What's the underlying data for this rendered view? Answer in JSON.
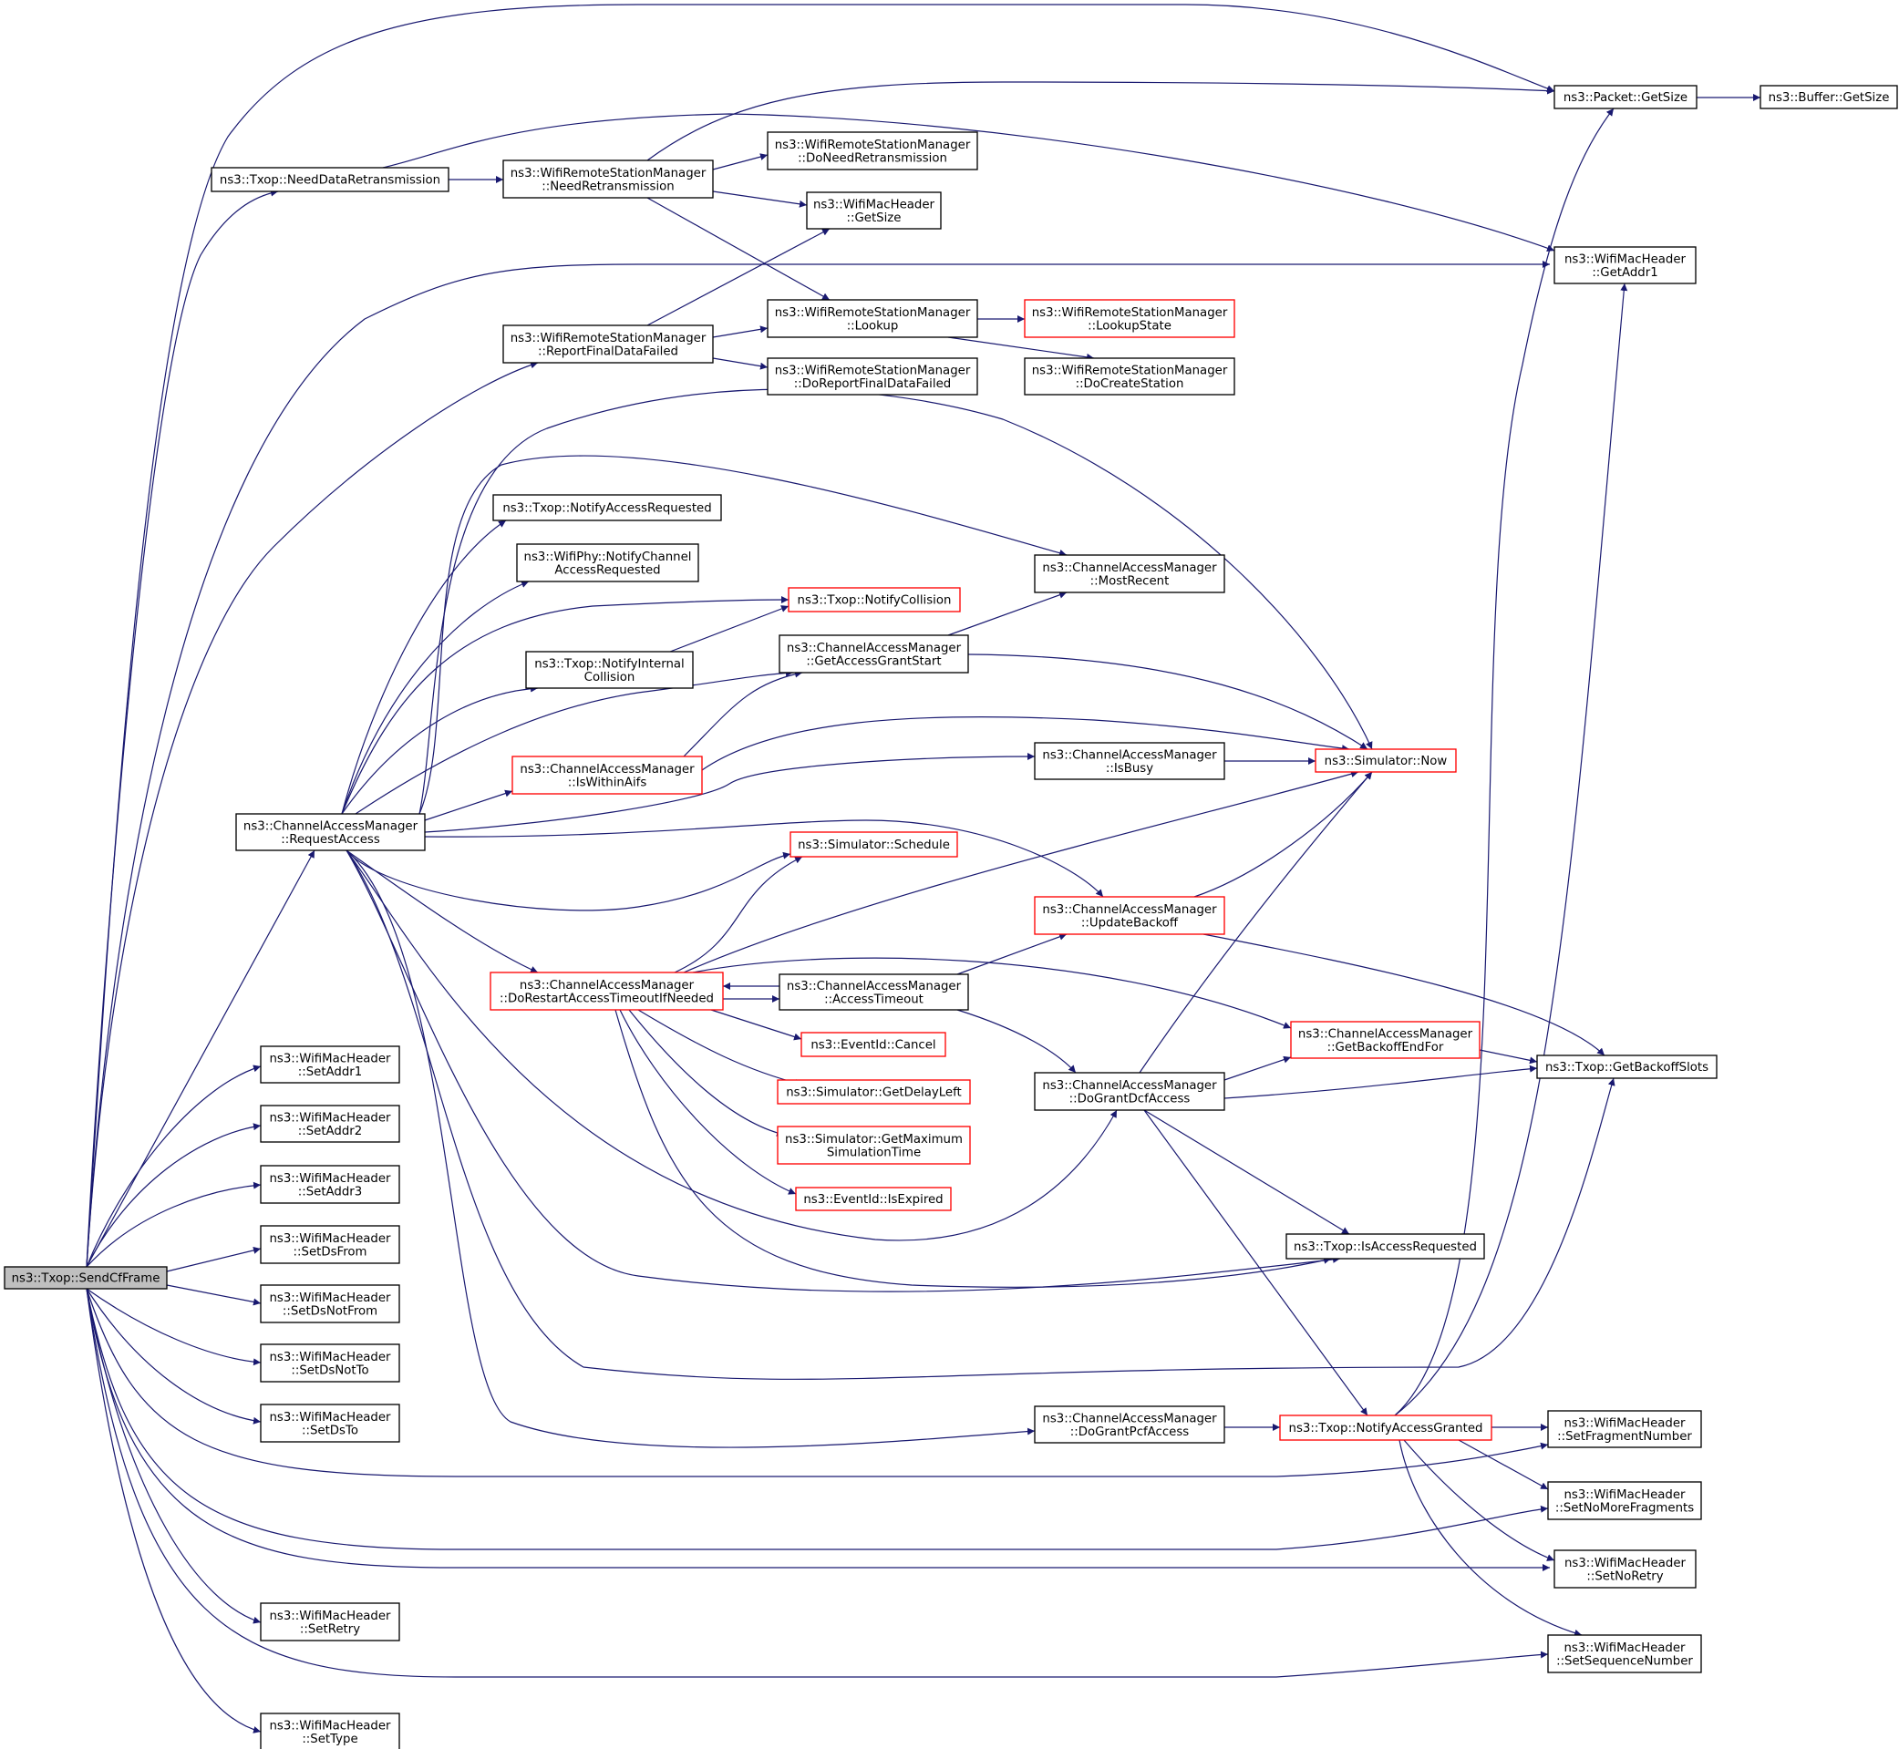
{
  "graph": {
    "colors": {
      "edge": "#191970",
      "border_default": "#000000",
      "border_truncated": "#ff0000",
      "root_fill": "#bfbfbf",
      "node_fill": "#ffffff"
    },
    "nodes": [
      {
        "id": "sendcf",
        "lines": [
          "ns3::Txop::SendCfFrame"
        ],
        "style": "root"
      },
      {
        "id": "needdataretx",
        "lines": [
          "ns3::Txop::NeedDataRetransmission"
        ]
      },
      {
        "id": "rsm_needretx",
        "lines": [
          "ns3::WifiRemoteStationManager",
          "::NeedRetransmission"
        ]
      },
      {
        "id": "rsm_doneedretx",
        "lines": [
          "ns3::WifiRemoteStationManager",
          "::DoNeedRetransmission"
        ]
      },
      {
        "id": "pkt_getsize",
        "lines": [
          "ns3::Packet::GetSize"
        ]
      },
      {
        "id": "buf_getsize",
        "lines": [
          "ns3::Buffer::GetSize"
        ]
      },
      {
        "id": "hdr_getsize",
        "lines": [
          "ns3::WifiMacHeader",
          "::GetSize"
        ]
      },
      {
        "id": "hdr_getaddr1",
        "lines": [
          "ns3::WifiMacHeader",
          "::GetAddr1"
        ]
      },
      {
        "id": "rsm_reportfinal",
        "lines": [
          "ns3::WifiRemoteStationManager",
          "::ReportFinalDataFailed"
        ]
      },
      {
        "id": "rsm_lookup",
        "lines": [
          "ns3::WifiRemoteStationManager",
          "::Lookup"
        ]
      },
      {
        "id": "rsm_lookupstate",
        "lines": [
          "ns3::WifiRemoteStationManager",
          "::LookupState"
        ],
        "style": "truncated"
      },
      {
        "id": "rsm_docreate",
        "lines": [
          "ns3::WifiRemoteStationManager",
          "::DoCreateStation"
        ]
      },
      {
        "id": "rsm_doreportfinal",
        "lines": [
          "ns3::WifiRemoteStationManager",
          "::DoReportFinalDataFailed"
        ]
      },
      {
        "id": "notifyaccessreq",
        "lines": [
          "ns3::Txop::NotifyAccessRequested"
        ]
      },
      {
        "id": "phy_notifych",
        "lines": [
          "ns3::WifiPhy::NotifyChannel",
          "AccessRequested"
        ]
      },
      {
        "id": "notifycollision",
        "lines": [
          "ns3::Txop::NotifyCollision"
        ],
        "style": "truncated"
      },
      {
        "id": "notifyinternal",
        "lines": [
          "ns3::Txop::NotifyInternal",
          "Collision"
        ]
      },
      {
        "id": "cam_mostrecent",
        "lines": [
          "ns3::ChannelAccessManager",
          "::MostRecent"
        ]
      },
      {
        "id": "cam_getgrantstart",
        "lines": [
          "ns3::ChannelAccessManager",
          "::GetAccessGrantStart"
        ]
      },
      {
        "id": "cam_iswithinaifs",
        "lines": [
          "ns3::ChannelAccessManager",
          "::IsWithinAifs"
        ],
        "style": "truncated"
      },
      {
        "id": "cam_isbusy",
        "lines": [
          "ns3::ChannelAccessManager",
          "::IsBusy"
        ]
      },
      {
        "id": "sim_now",
        "lines": [
          "ns3::Simulator::Now"
        ],
        "style": "truncated"
      },
      {
        "id": "cam_requestaccess",
        "lines": [
          "ns3::ChannelAccessManager",
          "::RequestAccess"
        ]
      },
      {
        "id": "sim_schedule",
        "lines": [
          "ns3::Simulator::Schedule"
        ],
        "style": "truncated"
      },
      {
        "id": "cam_updatebackoff",
        "lines": [
          "ns3::ChannelAccessManager",
          "::UpdateBackoff"
        ],
        "style": "truncated"
      },
      {
        "id": "cam_dorestart",
        "lines": [
          "ns3::ChannelAccessManager",
          "::DoRestartAccessTimeoutIfNeeded"
        ],
        "style": "truncated"
      },
      {
        "id": "cam_accesstimeout",
        "lines": [
          "ns3::ChannelAccessManager",
          "::AccessTimeout"
        ]
      },
      {
        "id": "evt_cancel",
        "lines": [
          "ns3::EventId::Cancel"
        ],
        "style": "truncated"
      },
      {
        "id": "cam_getbackoffend",
        "lines": [
          "ns3::ChannelAccessManager",
          "::GetBackoffEndFor"
        ],
        "style": "truncated"
      },
      {
        "id": "txop_getbackoffslots",
        "lines": [
          "ns3::Txop::GetBackoffSlots"
        ]
      },
      {
        "id": "sim_getdelayleft",
        "lines": [
          "ns3::Simulator::GetDelayLeft"
        ],
        "style": "truncated"
      },
      {
        "id": "cam_dograntdcf",
        "lines": [
          "ns3::ChannelAccessManager",
          "::DoGrantDcfAccess"
        ]
      },
      {
        "id": "sim_getmaxsim",
        "lines": [
          "ns3::Simulator::GetMaximum",
          "SimulationTime"
        ],
        "style": "truncated"
      },
      {
        "id": "evt_isexpired",
        "lines": [
          "ns3::EventId::IsExpired"
        ],
        "style": "truncated"
      },
      {
        "id": "txop_isaccessreq",
        "lines": [
          "ns3::Txop::IsAccessRequested"
        ]
      },
      {
        "id": "hdr_setaddr1",
        "lines": [
          "ns3::WifiMacHeader",
          "::SetAddr1"
        ]
      },
      {
        "id": "hdr_setaddr2",
        "lines": [
          "ns3::WifiMacHeader",
          "::SetAddr2"
        ]
      },
      {
        "id": "hdr_setaddr3",
        "lines": [
          "ns3::WifiMacHeader",
          "::SetAddr3"
        ]
      },
      {
        "id": "hdr_setdsfrom",
        "lines": [
          "ns3::WifiMacHeader",
          "::SetDsFrom"
        ]
      },
      {
        "id": "hdr_setdsnotfrom",
        "lines": [
          "ns3::WifiMacHeader",
          "::SetDsNotFrom"
        ]
      },
      {
        "id": "hdr_setdsnotto",
        "lines": [
          "ns3::WifiMacHeader",
          "::SetDsNotTo"
        ]
      },
      {
        "id": "hdr_setdsto",
        "lines": [
          "ns3::WifiMacHeader",
          "::SetDsTo"
        ]
      },
      {
        "id": "cam_dograntpcf",
        "lines": [
          "ns3::ChannelAccessManager",
          "::DoGrantPcfAccess"
        ]
      },
      {
        "id": "txop_notifygranted",
        "lines": [
          "ns3::Txop::NotifyAccessGranted"
        ],
        "style": "truncated"
      },
      {
        "id": "hdr_setfragnum",
        "lines": [
          "ns3::WifiMacHeader",
          "::SetFragmentNumber"
        ]
      },
      {
        "id": "hdr_setnomorefrag",
        "lines": [
          "ns3::WifiMacHeader",
          "::SetNoMoreFragments"
        ]
      },
      {
        "id": "hdr_setnoretry",
        "lines": [
          "ns3::WifiMacHeader",
          "::SetNoRetry"
        ]
      },
      {
        "id": "hdr_setretry",
        "lines": [
          "ns3::WifiMacHeader",
          "::SetRetry"
        ]
      },
      {
        "id": "hdr_setseqnum",
        "lines": [
          "ns3::WifiMacHeader",
          "::SetSequenceNumber"
        ]
      },
      {
        "id": "hdr_settype",
        "lines": [
          "ns3::WifiMacHeader",
          "::SetType"
        ]
      }
    ],
    "edges": [
      {
        "from": "sendcf",
        "to": "pkt_getsize"
      },
      {
        "from": "sendcf",
        "to": "needdataretx"
      },
      {
        "from": "sendcf",
        "to": "hdr_getaddr1"
      },
      {
        "from": "sendcf",
        "to": "rsm_reportfinal"
      },
      {
        "from": "sendcf",
        "to": "cam_requestaccess"
      },
      {
        "from": "sendcf",
        "to": "hdr_setaddr1"
      },
      {
        "from": "sendcf",
        "to": "hdr_setaddr2"
      },
      {
        "from": "sendcf",
        "to": "hdr_setaddr3"
      },
      {
        "from": "sendcf",
        "to": "hdr_setdsfrom"
      },
      {
        "from": "sendcf",
        "to": "hdr_setdsnotfrom"
      },
      {
        "from": "sendcf",
        "to": "hdr_setdsnotto"
      },
      {
        "from": "sendcf",
        "to": "hdr_setdsto"
      },
      {
        "from": "sendcf",
        "to": "hdr_setfragnum"
      },
      {
        "from": "sendcf",
        "to": "hdr_setnomorefrag"
      },
      {
        "from": "sendcf",
        "to": "hdr_setnoretry"
      },
      {
        "from": "sendcf",
        "to": "hdr_setretry"
      },
      {
        "from": "sendcf",
        "to": "hdr_setseqnum"
      },
      {
        "from": "sendcf",
        "to": "hdr_settype"
      },
      {
        "from": "needdataretx",
        "to": "rsm_needretx"
      },
      {
        "from": "needdataretx",
        "to": "hdr_getaddr1"
      },
      {
        "from": "rsm_needretx",
        "to": "pkt_getsize"
      },
      {
        "from": "rsm_needretx",
        "to": "rsm_doneedretx"
      },
      {
        "from": "rsm_needretx",
        "to": "hdr_getsize"
      },
      {
        "from": "rsm_needretx",
        "to": "rsm_lookup"
      },
      {
        "from": "pkt_getsize",
        "to": "buf_getsize"
      },
      {
        "from": "rsm_reportfinal",
        "to": "hdr_getsize"
      },
      {
        "from": "rsm_reportfinal",
        "to": "rsm_lookup"
      },
      {
        "from": "rsm_reportfinal",
        "to": "rsm_doreportfinal"
      },
      {
        "from": "rsm_lookup",
        "to": "rsm_lookupstate"
      },
      {
        "from": "rsm_lookup",
        "to": "rsm_docreate"
      },
      {
        "from": "cam_requestaccess",
        "to": "sim_now"
      },
      {
        "from": "cam_requestaccess",
        "to": "cam_mostrecent"
      },
      {
        "from": "cam_requestaccess",
        "to": "notifyaccessreq"
      },
      {
        "from": "cam_requestaccess",
        "to": "phy_notifych"
      },
      {
        "from": "cam_requestaccess",
        "to": "notifycollision"
      },
      {
        "from": "cam_requestaccess",
        "to": "notifyinternal"
      },
      {
        "from": "cam_requestaccess",
        "to": "cam_getgrantstart"
      },
      {
        "from": "cam_requestaccess",
        "to": "cam_iswithinaifs"
      },
      {
        "from": "cam_requestaccess",
        "to": "cam_isbusy"
      },
      {
        "from": "cam_requestaccess",
        "to": "cam_updatebackoff"
      },
      {
        "from": "cam_requestaccess",
        "to": "sim_schedule"
      },
      {
        "from": "cam_requestaccess",
        "to": "cam_dorestart"
      },
      {
        "from": "cam_requestaccess",
        "to": "cam_dograntdcf"
      },
      {
        "from": "cam_requestaccess",
        "to": "txop_isaccessreq"
      },
      {
        "from": "cam_requestaccess",
        "to": "txop_getbackoffslots"
      },
      {
        "from": "cam_requestaccess",
        "to": "cam_dograntpcf"
      },
      {
        "from": "notifyinternal",
        "to": "notifycollision"
      },
      {
        "from": "cam_iswithinaifs",
        "to": "cam_getgrantstart"
      },
      {
        "from": "cam_iswithinaifs",
        "to": "sim_now"
      },
      {
        "from": "cam_getgrantstart",
        "to": "cam_mostrecent"
      },
      {
        "from": "cam_getgrantstart",
        "to": "sim_now"
      },
      {
        "from": "cam_isbusy",
        "to": "sim_now"
      },
      {
        "from": "cam_updatebackoff",
        "to": "sim_now"
      },
      {
        "from": "cam_updatebackoff",
        "to": "txop_getbackoffslots"
      },
      {
        "from": "cam_dorestart",
        "to": "sim_schedule"
      },
      {
        "from": "cam_dorestart",
        "to": "sim_now"
      },
      {
        "from": "cam_dorestart",
        "to": "cam_accesstimeout"
      },
      {
        "from": "cam_dorestart",
        "to": "cam_getbackoffend"
      },
      {
        "from": "cam_dorestart",
        "to": "evt_cancel"
      },
      {
        "from": "cam_dorestart",
        "to": "sim_getdelayleft"
      },
      {
        "from": "cam_dorestart",
        "to": "sim_getmaxsim"
      },
      {
        "from": "cam_dorestart",
        "to": "evt_isexpired"
      },
      {
        "from": "cam_dorestart",
        "to": "txop_isaccessreq"
      },
      {
        "from": "cam_accesstimeout",
        "to": "cam_dorestart"
      },
      {
        "from": "cam_accesstimeout",
        "to": "cam_updatebackoff"
      },
      {
        "from": "cam_accesstimeout",
        "to": "cam_dograntdcf"
      },
      {
        "from": "cam_dograntdcf",
        "to": "sim_now"
      },
      {
        "from": "cam_dograntdcf",
        "to": "cam_getbackoffend"
      },
      {
        "from": "cam_dograntdcf",
        "to": "txop_getbackoffslots"
      },
      {
        "from": "cam_dograntdcf",
        "to": "txop_isaccessreq"
      },
      {
        "from": "cam_dograntdcf",
        "to": "txop_notifygranted"
      },
      {
        "from": "cam_getbackoffend",
        "to": "txop_getbackoffslots"
      },
      {
        "from": "cam_dograntpcf",
        "to": "txop_notifygranted"
      },
      {
        "from": "txop_notifygranted",
        "to": "pkt_getsize"
      },
      {
        "from": "txop_notifygranted",
        "to": "hdr_getaddr1"
      },
      {
        "from": "txop_notifygranted",
        "to": "hdr_setfragnum"
      },
      {
        "from": "txop_notifygranted",
        "to": "hdr_setnomorefrag"
      },
      {
        "from": "txop_notifygranted",
        "to": "hdr_setnoretry"
      },
      {
        "from": "txop_notifygranted",
        "to": "hdr_setseqnum"
      }
    ]
  }
}
